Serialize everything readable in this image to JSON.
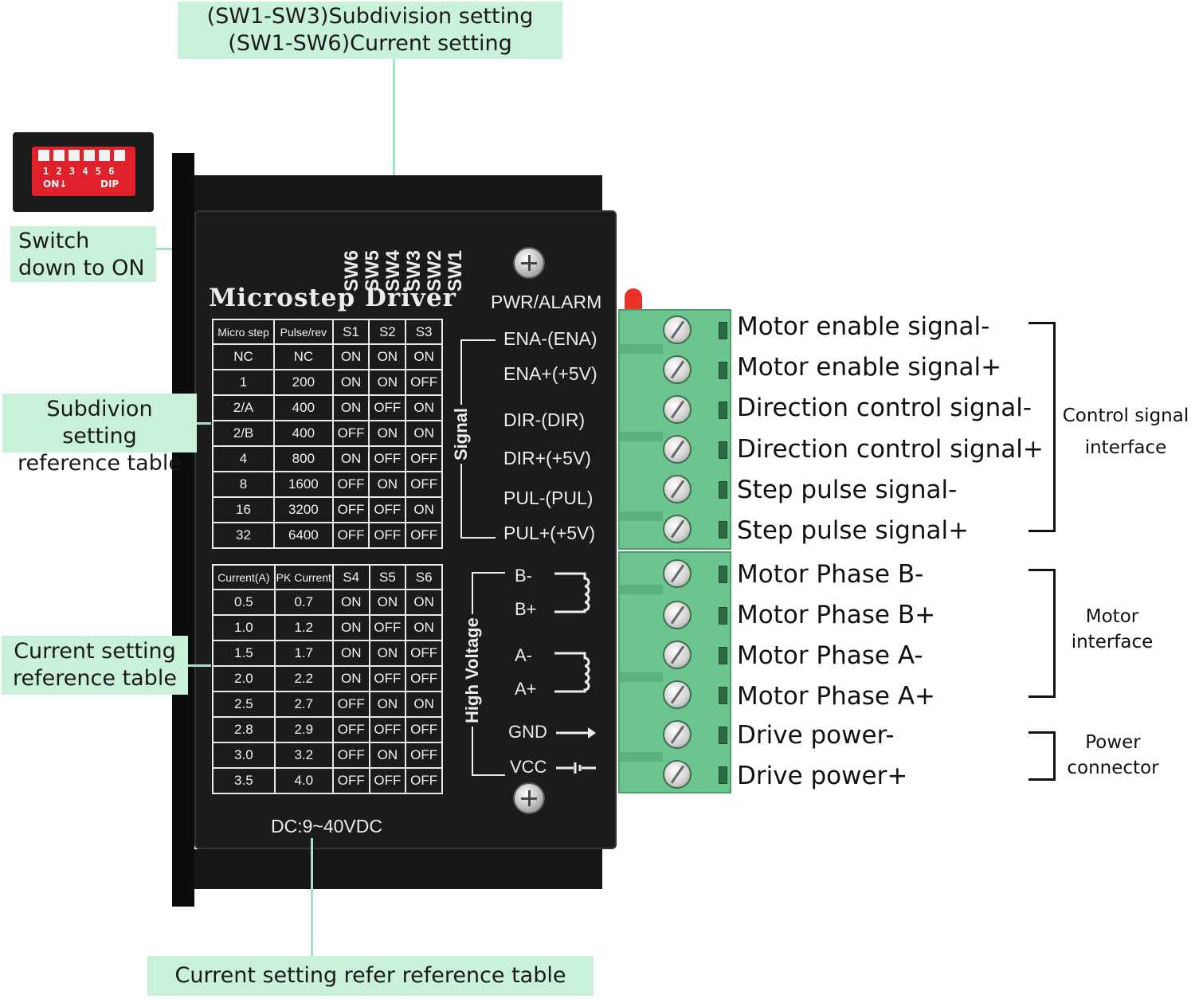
{
  "callouts": {
    "top_line1": "(SW1-SW3)Subdivision setting",
    "top_line2": "(SW1-SW6)Current setting",
    "switch_line1": "Switch",
    "switch_line2": "down to ON",
    "subdiv_line1": "Subdivion setting",
    "subdiv_line2": "reference table",
    "current_line1": "Current setting",
    "current_line2": "reference table",
    "bottom": "Current setting refer reference table"
  },
  "dip": {
    "numbers": "1 2 3 4 5 6",
    "on_label": "ON↓",
    "dip_label": "DIP"
  },
  "panel": {
    "title": "Microstep Driver",
    "switch_labels": [
      "SW6",
      "SW5",
      "SW4",
      "SW3",
      "SW2",
      "SW1"
    ],
    "pwr_alarm": "PWR/ALARM",
    "signal_group": "Signal",
    "high_voltage_group": "High Voltage",
    "signal_pins": [
      "ENA-(ENA)",
      "ENA+(+5V)",
      "DIR-(DIR)",
      "DIR+(+5V)",
      "PUL-(PUL)",
      "PUL+(+5V)"
    ],
    "power_pins": [
      "B-",
      "B+",
      "A-",
      "A+",
      "GND",
      "VCC"
    ],
    "supply": "DC:9~40VDC"
  },
  "microstep_table": {
    "headers": [
      "Micro step",
      "Pulse/rev",
      "S1",
      "S2",
      "S3"
    ],
    "rows": [
      [
        "NC",
        "NC",
        "ON",
        "ON",
        "ON"
      ],
      [
        "1",
        "200",
        "ON",
        "ON",
        "OFF"
      ],
      [
        "2/A",
        "400",
        "ON",
        "OFF",
        "ON"
      ],
      [
        "2/B",
        "400",
        "OFF",
        "ON",
        "ON"
      ],
      [
        "4",
        "800",
        "ON",
        "OFF",
        "OFF"
      ],
      [
        "8",
        "1600",
        "OFF",
        "ON",
        "OFF"
      ],
      [
        "16",
        "3200",
        "OFF",
        "OFF",
        "ON"
      ],
      [
        "32",
        "6400",
        "OFF",
        "OFF",
        "OFF"
      ]
    ]
  },
  "current_table": {
    "headers": [
      "Current(A)",
      "PK Current",
      "S4",
      "S5",
      "S6"
    ],
    "rows": [
      [
        "0.5",
        "0.7",
        "ON",
        "ON",
        "ON"
      ],
      [
        "1.0",
        "1.2",
        "ON",
        "OFF",
        "ON"
      ],
      [
        "1.5",
        "1.7",
        "ON",
        "ON",
        "OFF"
      ],
      [
        "2.0",
        "2.2",
        "ON",
        "OFF",
        "OFF"
      ],
      [
        "2.5",
        "2.7",
        "OFF",
        "ON",
        "ON"
      ],
      [
        "2.8",
        "2.9",
        "OFF",
        "OFF",
        "OFF"
      ],
      [
        "3.0",
        "3.2",
        "OFF",
        "ON",
        "OFF"
      ],
      [
        "3.5",
        "4.0",
        "OFF",
        "OFF",
        "OFF"
      ]
    ]
  },
  "terminals": [
    "Motor enable signal-",
    "Motor enable signal+",
    "Direction control signal-",
    "Direction control signal+",
    "Step pulse signal-",
    "Step pulse signal+",
    "Motor Phase B-",
    "Motor Phase B+",
    "Motor Phase A-",
    "Motor Phase A+",
    "Drive power-",
    "Drive power+"
  ],
  "groups": {
    "control_line1": "Control signal",
    "control_line2": "interface",
    "motor_line1": "Motor",
    "motor_line2": "interface",
    "power_line1": "Power",
    "power_line2": "connector"
  },
  "colors": {
    "callout_bg": "#c9f0d8",
    "terminal_green": "#6cc48e",
    "dip_red": "#e0202a",
    "driver_black": "#1b1b1b"
  }
}
